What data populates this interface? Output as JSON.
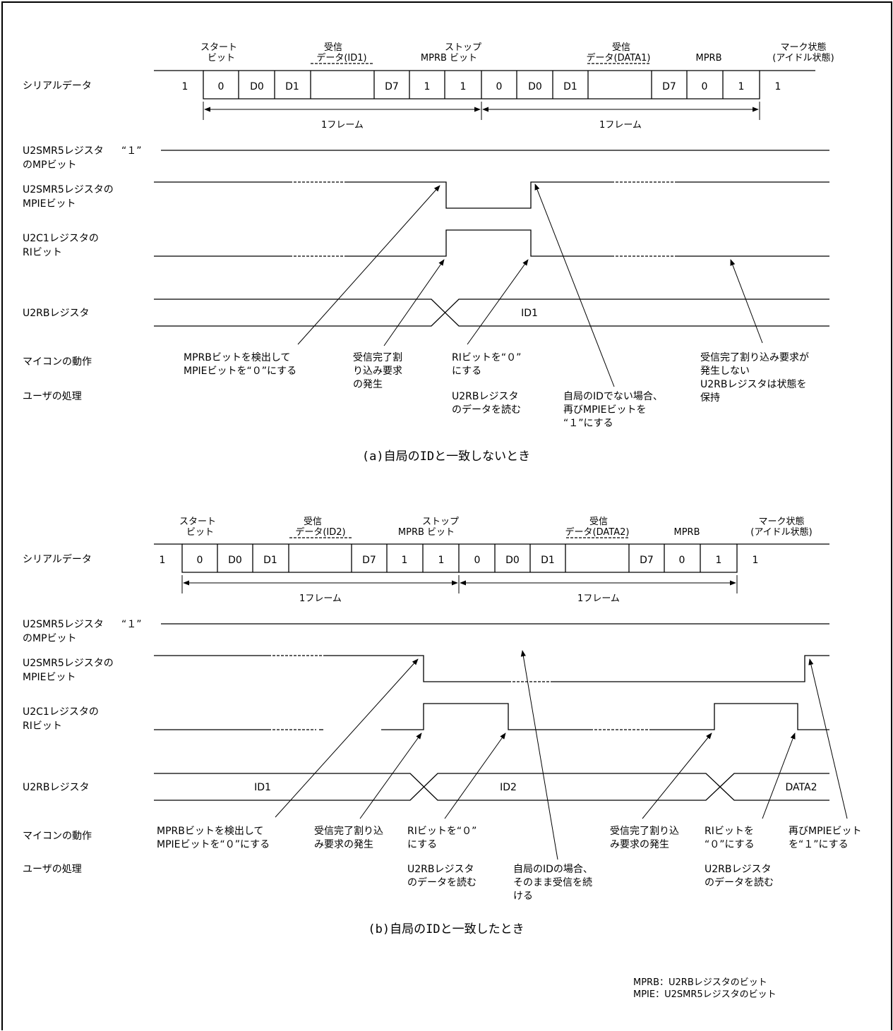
{
  "diagram": {
    "sections": [
      {
        "caption": "(a)自局のIDと一致しないとき",
        "row_labels": {
          "serial": "シリアルデータ",
          "mp": [
            "U2SMR5レジスタ",
            "のMPビット"
          ],
          "mp_value": "“１”",
          "mpie": [
            "U2SMR5レジスタの",
            "MPIEビット"
          ],
          "ri": [
            "U2C1レジスタの",
            "RIビット"
          ],
          "rb": "U2RBレジスタ",
          "mcu": "マイコンの動作",
          "user": "ユーザの処理"
        },
        "header": {
          "start": [
            "スタート",
            "ビット"
          ],
          "rx_data1": [
            "受信",
            "データ(ID1)"
          ],
          "stop": [
            "ストップ",
            "MPRB  ビット"
          ],
          "rx_data2": [
            "受信",
            "データ(DATA1)"
          ],
          "mprb2": "MPRB",
          "mark": [
            "マーク状態",
            "(アイドル状態)"
          ]
        },
        "frame_label": "1フレーム",
        "bits": [
          "1",
          "0",
          "D0",
          "D1",
          "D7",
          "1",
          "1",
          "0",
          "D0",
          "D1",
          "D7",
          "0",
          "1",
          "1"
        ],
        "rb_values": [
          "ID1"
        ],
        "annotations": {
          "a1": [
            "MPRBビットを検出して",
            "MPIEビットを“０”にする"
          ],
          "a2": [
            "受信完了割",
            "り込み要求",
            "の発生"
          ],
          "a3": [
            "RIビットを“０”",
            "にする"
          ],
          "a3u": [
            "U2RBレジスタ",
            "のデータを読む"
          ],
          "a4": [
            "自局のIDでない場合、",
            "再びMPIEビットを",
            "“１”にする"
          ],
          "a5": [
            "受信完了割り込み要求が",
            "発生しない",
            "U2RBレジスタは状態を",
            "保持"
          ]
        }
      },
      {
        "caption": "(b)自局のIDと一致したとき",
        "row_labels": {
          "serial": "シリアルデータ",
          "mp": [
            "U2SMR5レジスタ",
            "のMPビット"
          ],
          "mp_value": "“１”",
          "mpie": [
            "U2SMR5レジスタの",
            "MPIEビット"
          ],
          "ri": [
            "U2C1レジスタの",
            "RIビット"
          ],
          "rb": "U2RBレジスタ",
          "mcu": "マイコンの動作",
          "user": "ユーザの処理"
        },
        "header": {
          "start": [
            "スタート",
            "ビット"
          ],
          "rx_data1": [
            "受信",
            "データ(ID2)"
          ],
          "stop": [
            "ストップ",
            "MPRB  ビット"
          ],
          "rx_data2": [
            "受信",
            "データ(DATA2)"
          ],
          "mprb2": "MPRB",
          "mark": [
            "マーク状態",
            "(アイドル状態)"
          ]
        },
        "frame_label": "1フレーム",
        "bits": [
          "1",
          "0",
          "D0",
          "D1",
          "D7",
          "1",
          "1",
          "0",
          "D0",
          "D1",
          "D7",
          "0",
          "1",
          "1"
        ],
        "rb_values": [
          "ID1",
          "ID2",
          "DATA2"
        ],
        "annotations": {
          "b1": [
            "MPRBビットを検出して",
            "MPIEビットを“０”にする"
          ],
          "b2": [
            "受信完了割り込",
            "み要求の発生"
          ],
          "b3": [
            "RIビットを“０”",
            "にする"
          ],
          "b3u": [
            "U2RBレジスタ",
            "のデータを読む"
          ],
          "b4": [
            "自局のIDの場合、",
            "そのまま受信を続",
            "ける"
          ],
          "b5": [
            "受信完了割り込",
            "み要求の発生"
          ],
          "b6": [
            "RIビットを",
            "“０”にする"
          ],
          "b6u": [
            "U2RBレジスタ",
            "のデータを読む"
          ],
          "b7": [
            "再びMPIEビット",
            "を“１”にする"
          ]
        }
      }
    ],
    "legend": [
      "MPRB：U2RBレジスタのビット",
      "MPIE：U2SMR5レジスタのビット"
    ]
  }
}
